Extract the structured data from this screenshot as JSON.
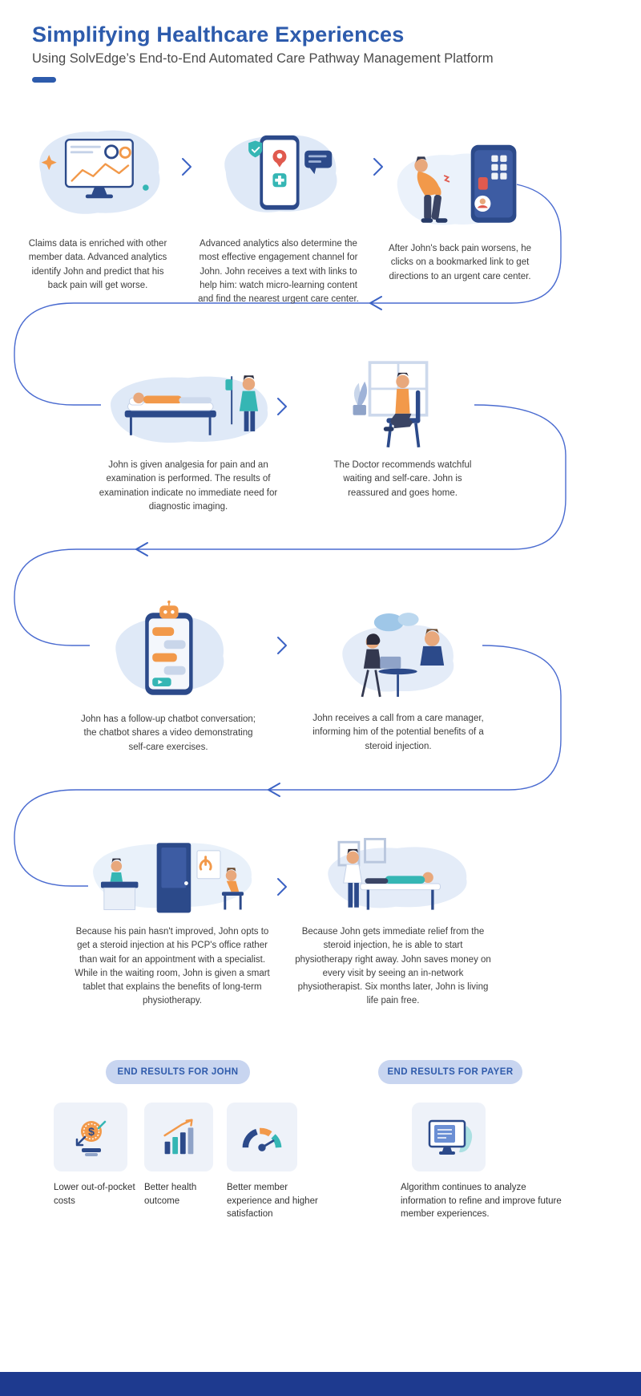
{
  "header": {
    "title": "Simplifying Healthcare Experiences",
    "subtitle": "Using SolvEdge’s End-to-End Automated Care Pathway Management Platform"
  },
  "colors": {
    "accent_blue": "#2d5bac",
    "connector_blue": "#4a6bd0",
    "illustration_navy": "#2c4a8a",
    "illustration_orange": "#f2994a",
    "illustration_teal": "#35b6b4",
    "badge_bg": "#c8d5f0",
    "footer_bar": "#1e3a8f"
  },
  "steps": [
    {
      "id": 1,
      "illustration": "analytics-dashboard",
      "caption": "Claims data is enriched with other member data. Advanced analytics identify John and predict that his back pain will get worse."
    },
    {
      "id": 2,
      "illustration": "phone-engagement",
      "caption": "Advanced analytics also determine the most effective engagement channel for John. John receives a text with links to help him: watch micro-learning content and find the nearest urgent care center."
    },
    {
      "id": 3,
      "illustration": "back-pain-directions",
      "caption": "After John's back pain worsens, he clicks on a bookmarked link to get directions to an urgent care center."
    },
    {
      "id": 4,
      "illustration": "hospital-examination",
      "caption": "John is given analgesia for pain and an examination is performed. The results of examination indicate no immediate need for diagnostic imaging."
    },
    {
      "id": 5,
      "illustration": "watchful-waiting-home",
      "caption": "The Doctor recommends watchful waiting and self-care. John is reassured and goes home."
    },
    {
      "id": 6,
      "illustration": "chatbot-conversation",
      "caption": "John has a follow-up chatbot conversation; the chatbot shares a video demonstrating self-care exercises."
    },
    {
      "id": 7,
      "illustration": "care-manager-call",
      "caption": "John receives a call from a care manager, informing him of the potential benefits of a steroid injection."
    },
    {
      "id": 8,
      "illustration": "waiting-room-tablet",
      "caption": "Because his pain hasn't improved, John opts to get a steroid injection at his PCP's office rather than wait for an appointment with a specialist. While in the waiting room, John is given a smart tablet that explains the benefits of long-term physiotherapy."
    },
    {
      "id": 9,
      "illustration": "physiotherapy",
      "caption": "Because John gets immediate relief from the steroid injection, he is able to start physiotherapy right away. John saves money on every visit by seeing an in-network physiotherapist. Six months later, John is living life pain free."
    }
  ],
  "results": {
    "john": {
      "badge": "END RESULTS FOR JOHN",
      "items": [
        {
          "icon": "lower-costs-icon",
          "caption": "Lower out-of-pocket costs"
        },
        {
          "icon": "health-outcome-chart-icon",
          "caption": "Better health outcome"
        },
        {
          "icon": "satisfaction-gauge-icon",
          "caption": "Better member experience and higher satisfaction"
        }
      ]
    },
    "payer": {
      "badge": "END RESULTS FOR PAYER",
      "items": [
        {
          "icon": "algorithm-monitor-icon",
          "caption": "Algorithm continues to analyze information to refine and improve future member experiences."
        }
      ]
    }
  }
}
